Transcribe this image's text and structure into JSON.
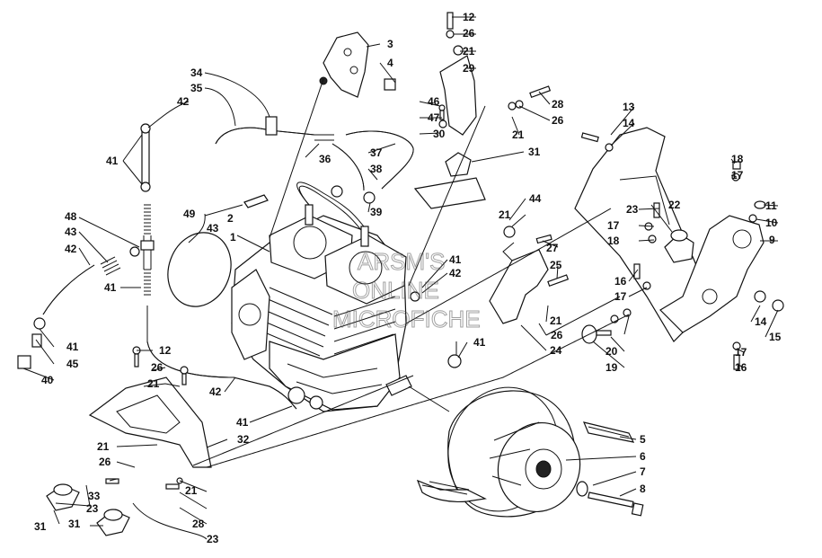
{
  "diagram": {
    "watermark": [
      "ARSM'S",
      "ONLINE",
      "MICROFICHE"
    ],
    "callouts": [
      "1",
      "2",
      "3",
      "4",
      "5",
      "6",
      "7",
      "8",
      "9",
      "10",
      "11",
      "12",
      "12",
      "13",
      "14",
      "14",
      "15",
      "16",
      "16",
      "17",
      "17",
      "17",
      "17",
      "18",
      "18",
      "19",
      "20",
      "21",
      "21",
      "21",
      "21",
      "21",
      "21",
      "21",
      "22",
      "23",
      "23",
      "23",
      "24",
      "25",
      "26",
      "26",
      "26",
      "26",
      "26",
      "27",
      "28",
      "28",
      "29",
      "30",
      "31",
      "31",
      "31",
      "32",
      "33",
      "34",
      "35",
      "36",
      "37",
      "38",
      "39",
      "40",
      "41",
      "41",
      "41",
      "41",
      "41",
      "41",
      "42",
      "42",
      "42",
      "42",
      "43",
      "43",
      "44",
      "45",
      "46",
      "47",
      "48",
      "49"
    ]
  }
}
